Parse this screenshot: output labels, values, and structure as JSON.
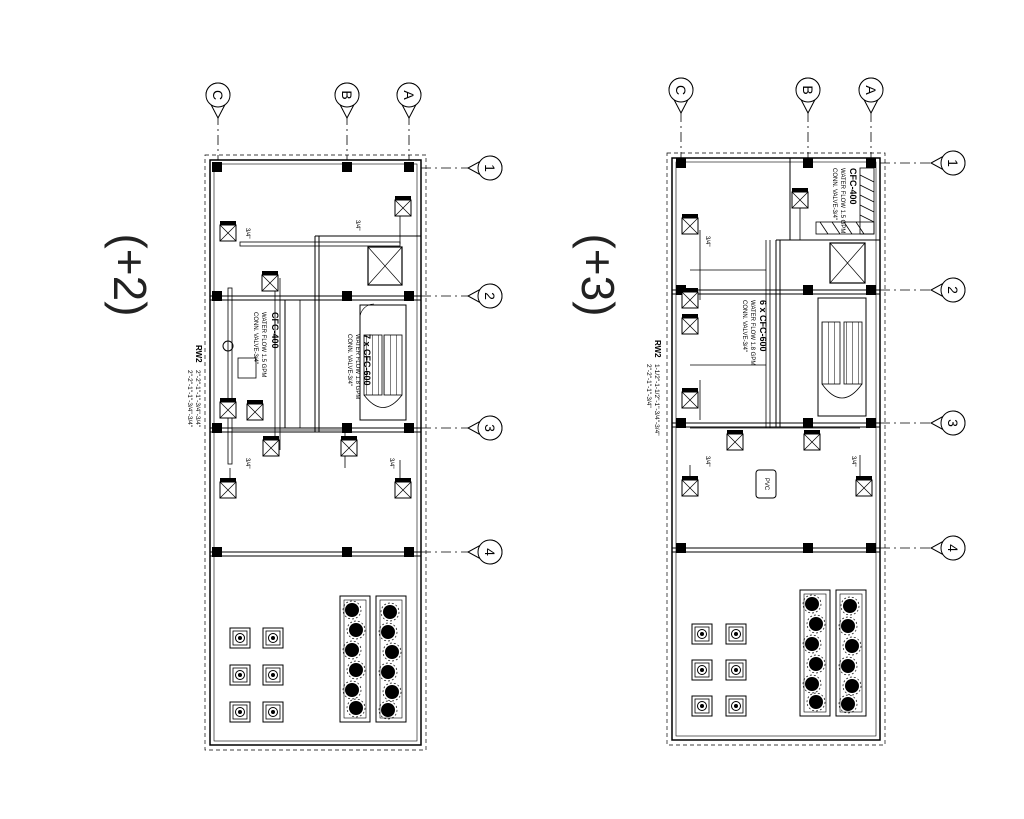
{
  "plans": [
    {
      "level_label": "(+2)",
      "grid_letters": [
        "C",
        "B",
        "A"
      ],
      "grid_numbers": [
        "1",
        "2",
        "3",
        "4"
      ],
      "unit_note": {
        "title": "CFC-400",
        "line1": "WATER FLOW 1.5 GPM",
        "line2": "CONN. VALVE-3/4\""
      },
      "unit_note_b": {
        "title": "7 x CFC-600",
        "line1": "WATER FLOW 1.8 GPM",
        "line2": "CONN. VALVE-3/4\""
      },
      "riser_tag": "RW2",
      "riser_pipe_1": "2\"-2\"-1\"-1\"-3/4\"-3/4\"",
      "riser_pipe_2": "2\"-2\"-1\"-1\"-3/4\"-3/4\"",
      "pipe_label": "3/4\""
    },
    {
      "level_label": "(+3)",
      "grid_letters": [
        "C",
        "B",
        "A"
      ],
      "grid_numbers": [
        "1",
        "2",
        "3",
        "4"
      ],
      "unit_note": {
        "title": "CFC-400",
        "line1": "WATER FLOW 1.5 GPM",
        "line2": "CONN. VALVE-3/4\""
      },
      "unit_note_b": {
        "title": "6 x CFC-600",
        "line1": "WATER FLOW 1.8 GPM",
        "line2": "CONN. VALVE-3/4\""
      },
      "riser_tag": "RW2",
      "riser_pipe_1": "1-1/2\"-1-1/2\"-1\"-3/4\"-3/4\"",
      "riser_pipe_2": "2\"-2\"-1\"-1\"-3/4\"",
      "pipe_label": "3/4\"",
      "riser_box": "PVC"
    }
  ]
}
